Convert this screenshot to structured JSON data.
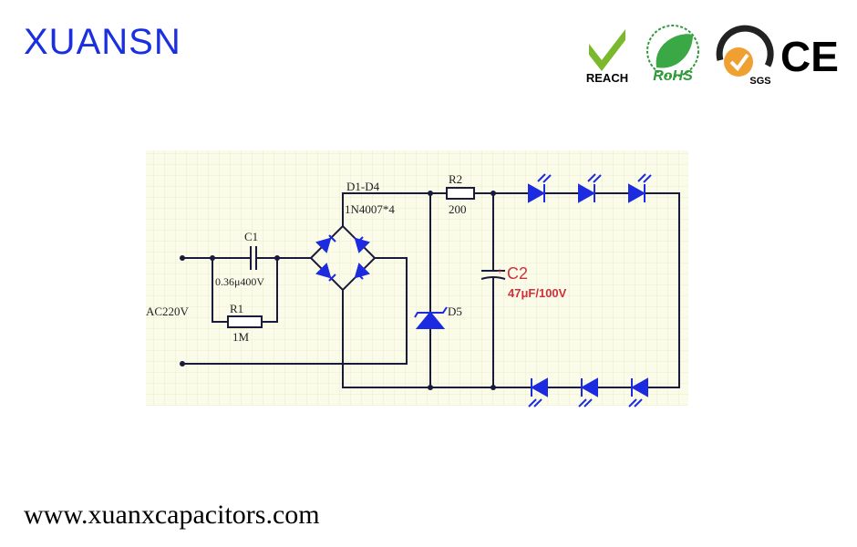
{
  "header": {
    "brand": "XUANSN"
  },
  "certifications": [
    {
      "label": "REACH",
      "icon": "checkmark-icon"
    },
    {
      "label": "RoHS",
      "icon": "leaf-icon"
    },
    {
      "label": "SGS",
      "icon": "sgs-seal-icon"
    },
    {
      "label": "CE",
      "icon": "ce-mark-icon"
    }
  ],
  "schematic": {
    "input_label": "AC220V",
    "c1_name": "C1",
    "c1_value": "0.36μ400V",
    "r1_name": "R1",
    "r1_value": "1M",
    "bridge_name": "D1-D4",
    "bridge_value": "1N4007*4",
    "r2_name": "R2",
    "r2_value": "200",
    "d5_name": "D5",
    "c2_name": "C2",
    "c2_value": "47μF/100V",
    "c2_polarity": "+",
    "wire_color": "#1a1a3a",
    "component_color": "#1c2be0",
    "c2_label_color": "#d0303a"
  },
  "footer": {
    "url": "www.xuanxcapacitors.com"
  }
}
